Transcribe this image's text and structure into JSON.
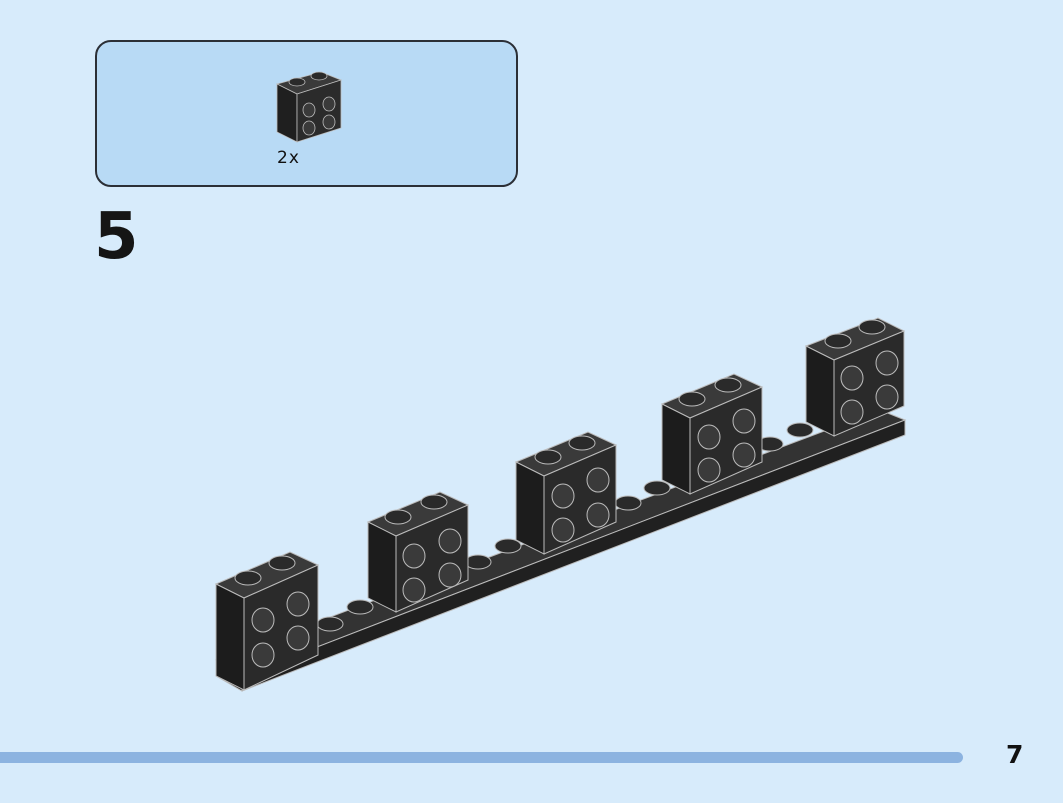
{
  "parts_list": {
    "quantity": "2x",
    "part_icon": "black-2x2-brick-with-side-studs"
  },
  "step": {
    "number": "5"
  },
  "page": {
    "number": "7"
  },
  "colors": {
    "background": "#d7ebfb",
    "panel": "#b8daf5",
    "brick": "#2a2a2a",
    "progress_bar": "#8cb3e0"
  }
}
